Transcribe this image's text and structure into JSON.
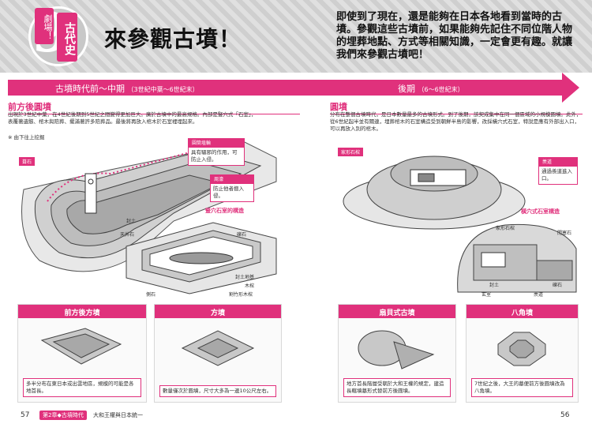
{
  "header": {
    "badge_number": "9",
    "badge_tag1": "劇場！",
    "badge_tag2": "古代史",
    "title": "來參觀古墳！",
    "intro": "即使到了現在，還是能夠在日本各地看到當時的古墳。參觀這些古墳前，如果能夠先記住不同位階人物的埋葬地點、方式等相關知識，一定會更有趣。就讓我們來參觀古墳吧！"
  },
  "banners": {
    "left_main": "古墳時代前～中期",
    "left_sub": "（3世紀中葉～6世紀末）",
    "right_main": "後期",
    "right_sub": "（6～6世紀末）"
  },
  "left_section": {
    "heading": "前方後圓墳",
    "body": "出現於3世紀中葉，在4世紀後期到5世紀之間變得更加巨大。廣於古墳中的最高規格。內部是豎穴式「石室」，表覆著遺骸、棺木與陪葬、擺滿著許多陪葬品。最後將再放入棺木於石室裡埋起來。",
    "note": "※ 由下往上挖掘",
    "label_fuki": "葺石",
    "callout_haniwa_title": "圓筒埴輪",
    "callout_haniwa_text": "具有驅邪的作用，可防止入侵。",
    "callout_ditch_title": "周濠",
    "callout_ditch_text": "防止他者擅入侵。",
    "chamber_title": "豎穴石室的構造",
    "chamber_labels": [
      "封土",
      "天井石",
      "礫石",
      "封土地基",
      "木棺",
      "割竹形木棺",
      "側石"
    ]
  },
  "right_section": {
    "heading": "圓墳",
    "body": "分布在整個古墳時代，是日本數量最多的古墳形式。到了後期，該契成集中在同一個區域的小規模圓墳。此外，從6世紀起半並有關連，埋葬棺木的石室構造受到朝鮮半島的影響，改採橫穴式石室，特說是應有外部出入口，可以再放入別的棺木。",
    "label_kuzu": "家形石棺",
    "callout_passage_title": "羨道",
    "callout_passage_text": "通過羨道進入口。",
    "chamber_title": "橫穴式石室構造",
    "chamber_labels": [
      "家形石棺",
      "閉塞石",
      "封土",
      "礫石",
      "玄室",
      "羨道"
    ]
  },
  "cards": [
    {
      "title": "前方後方墳",
      "text": "多半分布在東日本或出雲地區，規模的可能是各地首長。"
    },
    {
      "title": "方墳",
      "text": "數量僅次於圓墳，尺寸大多為一邊10公尺左右。"
    },
    {
      "title": "扇貝式古墳",
      "text": "地方首長階層受朝於大和王權的規定，建造長轄墳墓形式替前方後圓墳。"
    },
    {
      "title": "八角墳",
      "text": "7世紀之後，大王的墓便前方後圓墳改為八角墳。"
    }
  ],
  "footer": {
    "page_left": "57",
    "chapter_tag": "第2章◆古墳時代",
    "chapter_title": "大和王權與日本統一",
    "page_right": "56"
  },
  "colors": {
    "accent": "#e0317c",
    "header_bg": "#d9d9d9"
  }
}
